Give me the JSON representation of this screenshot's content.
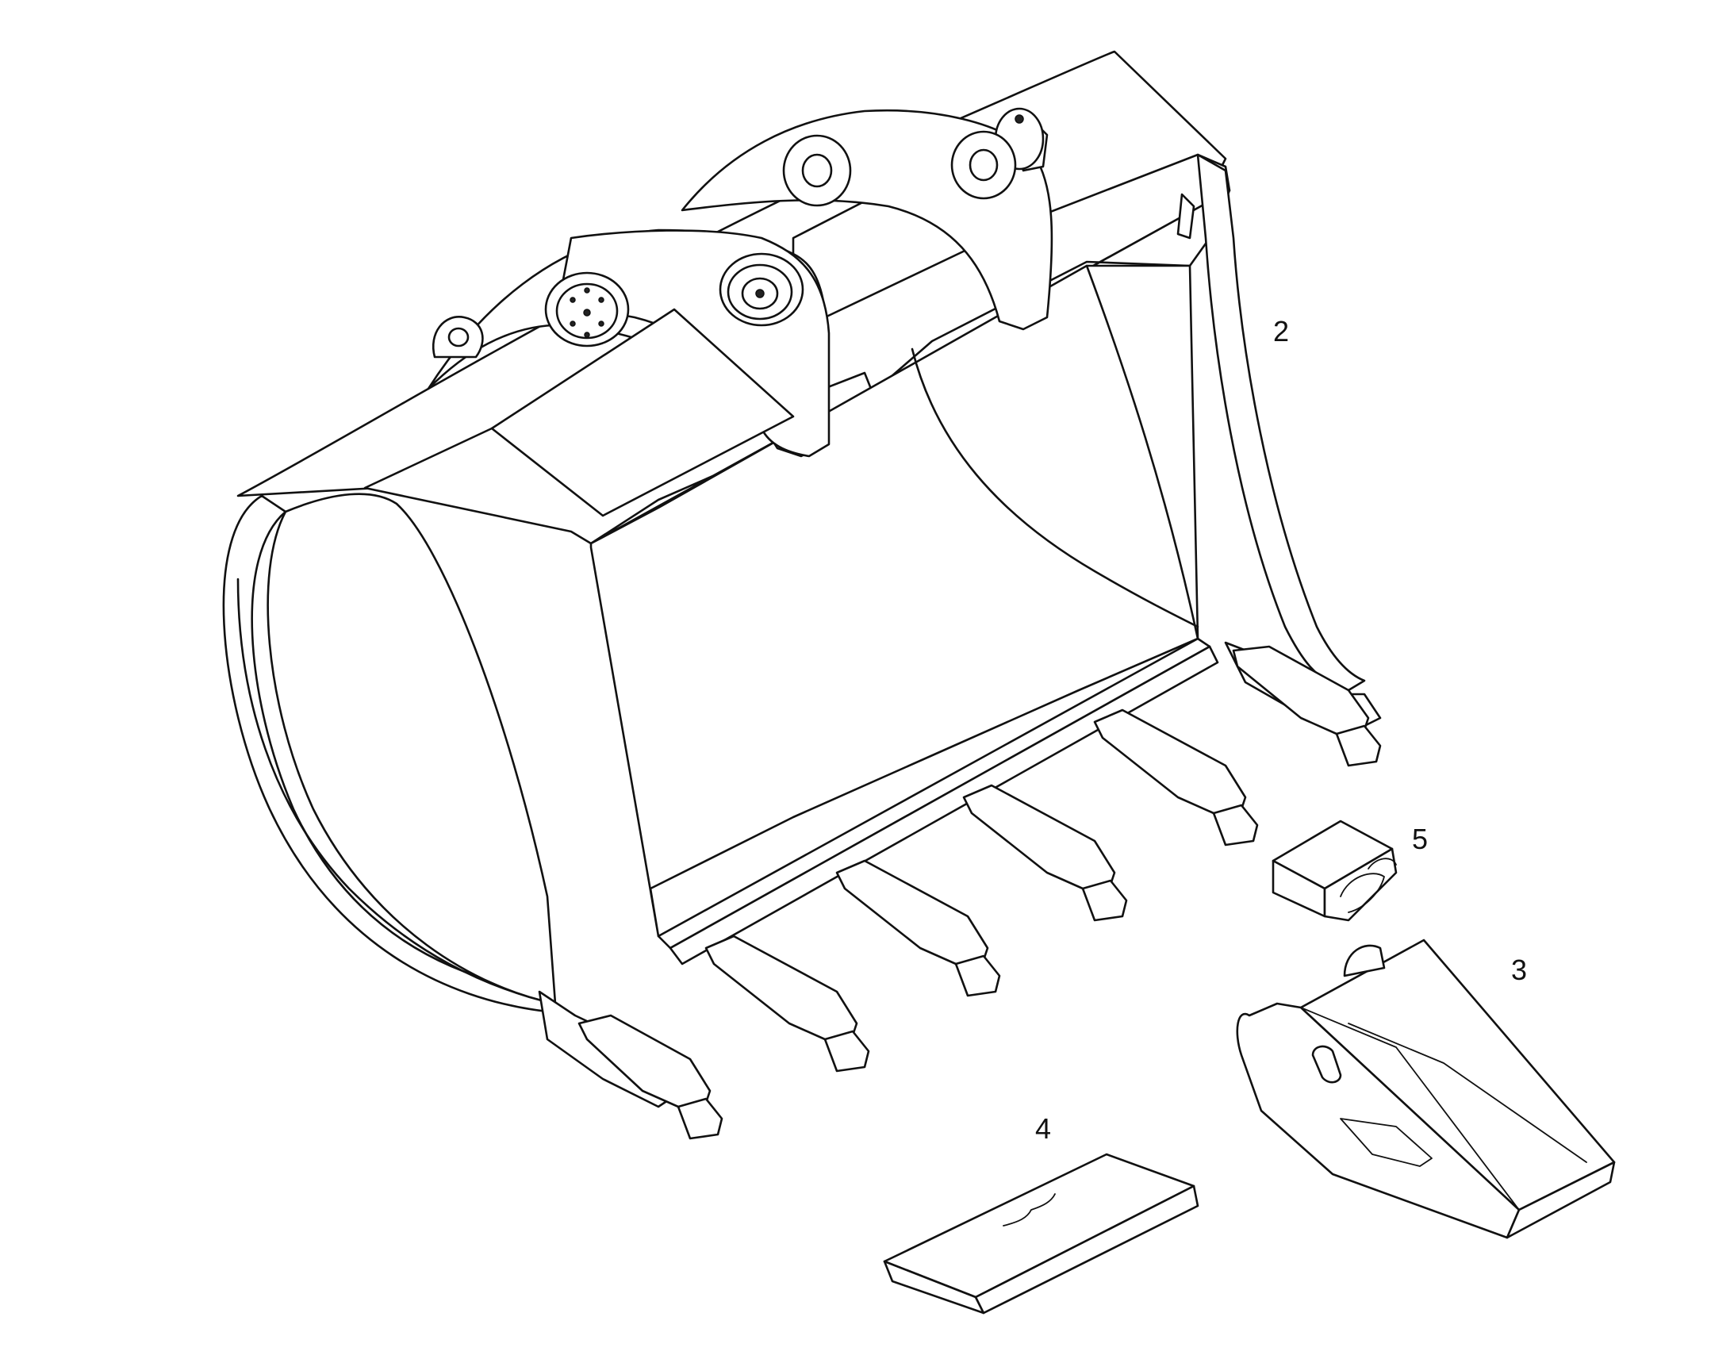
{
  "callouts": {
    "bucket": "2",
    "tooth": "3",
    "wear_strip": "4",
    "retainer": "5"
  }
}
